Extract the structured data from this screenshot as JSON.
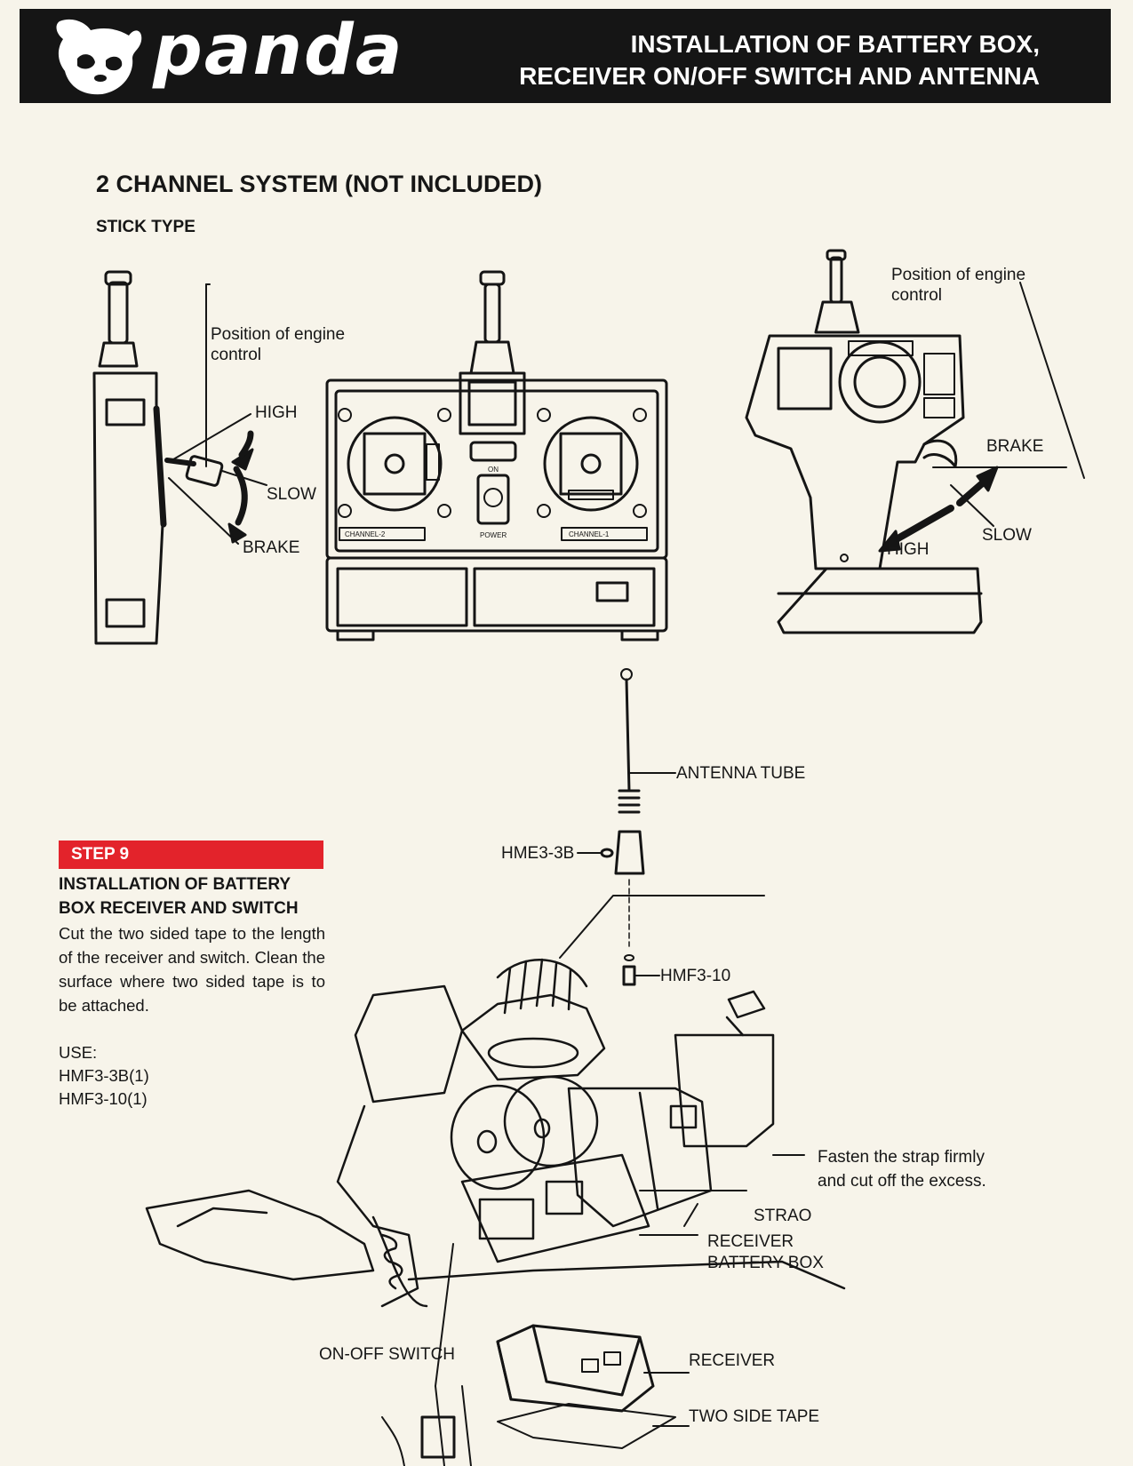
{
  "header": {
    "brand": "panda",
    "title_line1": "INSTALLATION OF BATTERY BOX,",
    "title_line2": "RECEIVER ON/OFF SWITCH AND ANTENNA"
  },
  "section": {
    "title": "2 CHANNEL SYSTEM (NOT INCLUDED)",
    "subtitle": "STICK TYPE"
  },
  "transmitter_side": {
    "engine_label_1": "Position of engine",
    "engine_label_2": "control",
    "high": "HIGH",
    "slow": "SLOW",
    "brake": "BRAKE"
  },
  "transmitter_front": {
    "channel_2": "CHANNEL-2",
    "channel_1": "CHANNEL-1",
    "on": "ON",
    "power": "POWER"
  },
  "pistol": {
    "engine_label_1": "Position of engine",
    "engine_label_2": "control",
    "brake": "BRAKE",
    "slow": "SLOW",
    "high": "HIGH"
  },
  "step": {
    "badge": "STEP 9",
    "title_line1": "INSTALLATION OF BATTERY",
    "title_line2": "BOX RECEIVER AND SWITCH",
    "body": "Cut the two sided tape to the length of the receiver and switch. Clean the surface where two sided tape is to be attached.",
    "use_label": "USE:",
    "part1": "HMF3-3B(1)",
    "part2": "HMF3-10(1)"
  },
  "callouts": {
    "antenna_tube": "ANTENNA TUBE",
    "hme3_3b": "HME3-3B",
    "hmf3_10": "HMF3-10",
    "fasten_1": "Fasten the strap firmly",
    "fasten_2": "and cut off the excess.",
    "strap": "STRAO",
    "receiver_battery_1": "RECEIVER",
    "receiver_battery_2": "BATTERY BOX",
    "on_off_switch": "ON-OFF SWITCH",
    "receiver": "RECEIVER",
    "two_side_tape": "TWO SIDE TAPE"
  }
}
